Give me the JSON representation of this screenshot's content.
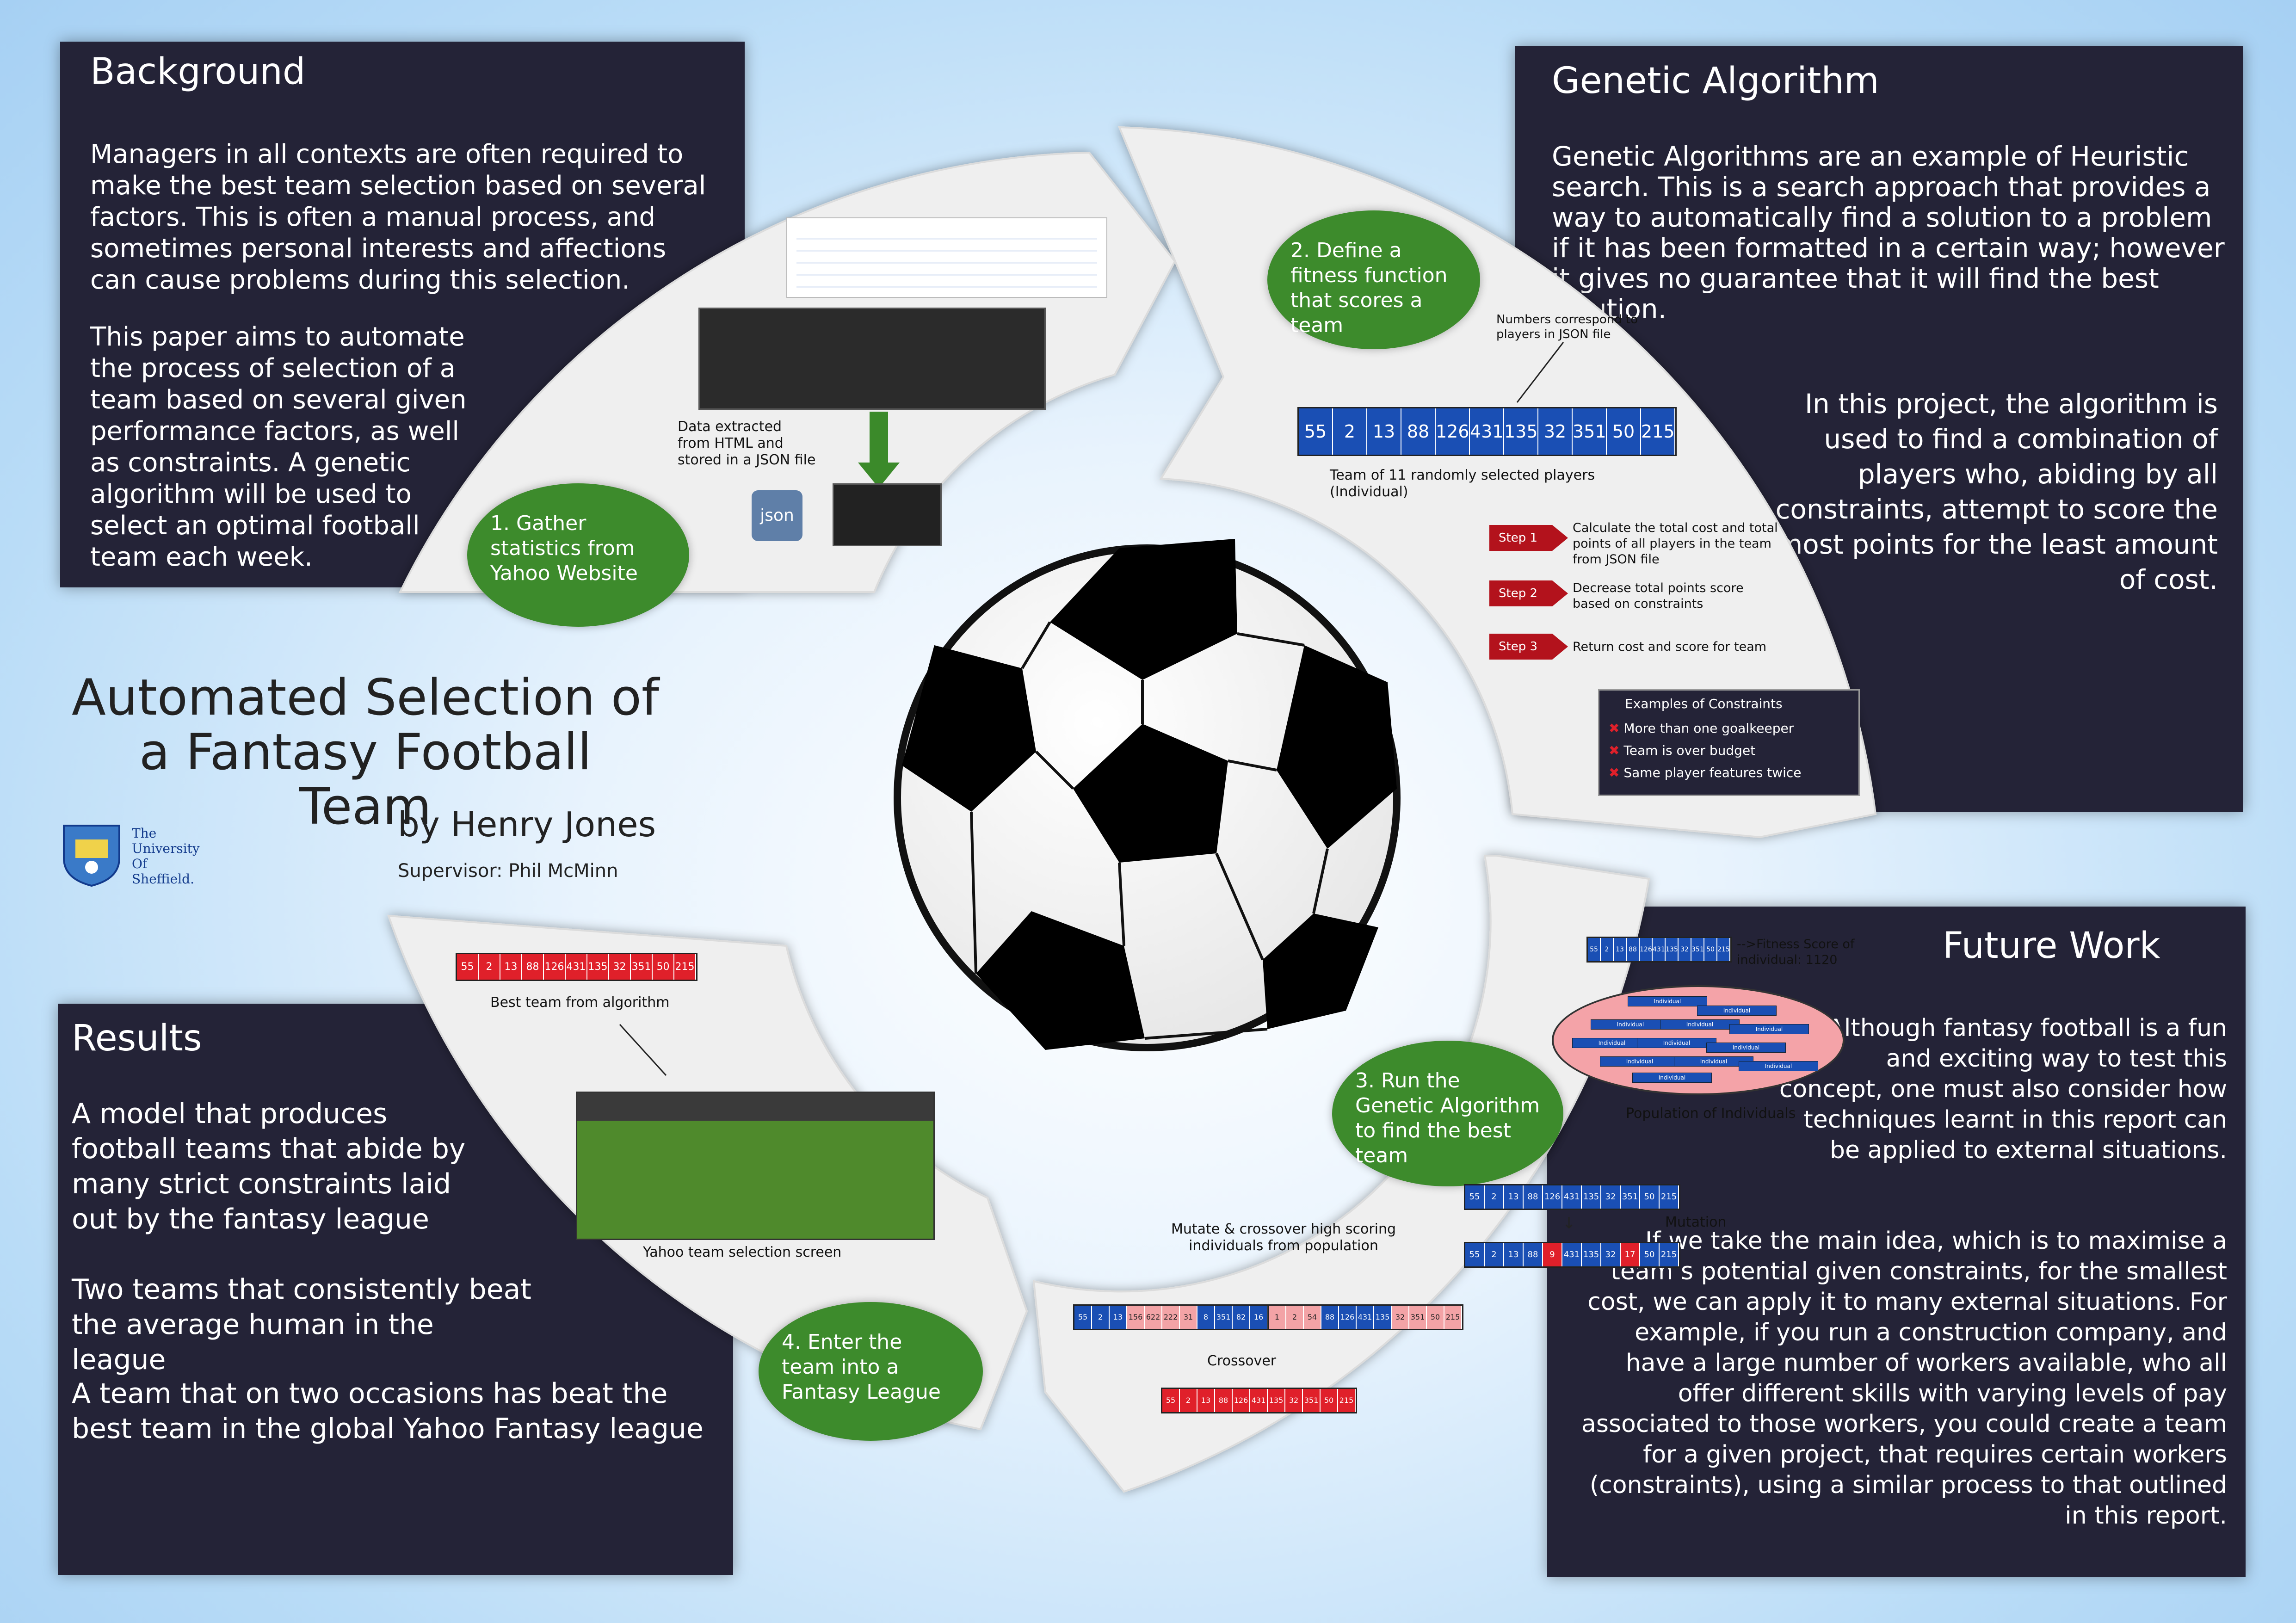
{
  "title": "Automated Selection of a Fantasy Football Team",
  "byline": "by Henry Jones",
  "supervisor": "Supervisor: Phil McMinn",
  "university": [
    "The",
    "University",
    "Of",
    "Sheffield."
  ],
  "background": {
    "heading": "Background",
    "para1": "Managers in all contexts are often required to make the best team selection based on several factors. This is often a manual process, and sometimes personal interests and affections can cause problems during this selection.",
    "para2": "This paper aims to automate the process of selection of a team based on several given performance factors, as well as constraints. A genetic algorithm will be used to select an optimal football team each week."
  },
  "genetic": {
    "heading": "Genetic Algorithm",
    "para1": "Genetic Algorithms are an example of Heuristic search. This is a search approach that provides a way to automatically find a solution to a problem if it has been formatted in a certain way; however it gives no guarantee that it will find the best solution.",
    "para2": "In this project, the algorithm is used to find a combination of players who, abiding by all constraints, attempt to score the most points for the least amount of cost."
  },
  "results": {
    "heading": "Results",
    "para1": "A model that produces football teams that abide by many strict constraints laid out by the fantasy league",
    "para2": "Two teams that consistently beat the average human in the league",
    "para3": "A team that on two occasions has beat the best team in the global Yahoo Fantasy league"
  },
  "future": {
    "heading": "Future Work",
    "para1": "Although fantasy football is a fun and exciting way to test this concept, one must also consider how techniques learnt in this report can be applied to external situations.",
    "para2": "If we take the main idea, which is to maximise a team’s potential given constraints, for the smallest cost, we can apply it to many external situations. For example, if you run a construction company, and have a large number of workers available, who all offer different skills with varying levels of pay associated to those workers, you could create a team for a given project, that requires certain workers (constraints), using a similar process to that outlined in this report."
  },
  "steps": {
    "s1": "1. Gather statistics from Yahoo Website",
    "s2": "2. Define a fitness function that scores a team",
    "s3": "3. Run the Genetic Algorithm to find the best team",
    "s4": "4. Enter the team into a Fantasy League"
  },
  "gather": {
    "extracted": "Data extracted from HTML and stored in a JSON file",
    "json_label": "json"
  },
  "fitness": {
    "numbers_note": "Numbers correspond to players in JSON file",
    "team_caption": "Team of 11 randomly selected players (Individual)",
    "step1_tag": "Step 1",
    "step2_tag": "Step 2",
    "step3_tag": "Step 3",
    "step1": "Calculate the total cost and total points of all players in the team from JSON file",
    "step2": "Decrease total points score based on constraints",
    "step3": "Return cost and score for team",
    "constraints_title": "Examples of Constraints",
    "constraints": [
      "More than one goalkeeper",
      "Team is over budget",
      "Same player features twice"
    ]
  },
  "team": [
    "55",
    "2",
    "13",
    "88",
    "126",
    "431",
    "135",
    "32",
    "351",
    "50",
    "215"
  ],
  "run": {
    "fitness_score": "-->Fitness Score of individual: 1120",
    "population": "Population of Individuals",
    "individual_label": "Individual",
    "mutation": "Mutation",
    "mutated": [
      "55",
      "2",
      "13",
      "88",
      "9",
      "431",
      "135",
      "32",
      "17",
      "50",
      "215"
    ],
    "mutate_caption": "Mutate & crossover high scoring individuals from population",
    "crossover": "Crossover",
    "parent_a": [
      "55",
      "2",
      "13",
      "156",
      "622",
      "222",
      "31",
      "8",
      "351",
      "82",
      "16"
    ],
    "parent_b": [
      "1",
      "2",
      "54",
      "88",
      "126",
      "431",
      "135",
      "32",
      "351",
      "50",
      "215"
    ]
  },
  "enter": {
    "best_caption": "Best team from algorithm",
    "yahoo_caption": "Yahoo team selection screen"
  },
  "colors": {
    "panel": "#242337",
    "bubble": "#3d8b2c",
    "blue": "#1a4fb4",
    "red": "#e0202a",
    "pink": "#f3a3a6"
  }
}
